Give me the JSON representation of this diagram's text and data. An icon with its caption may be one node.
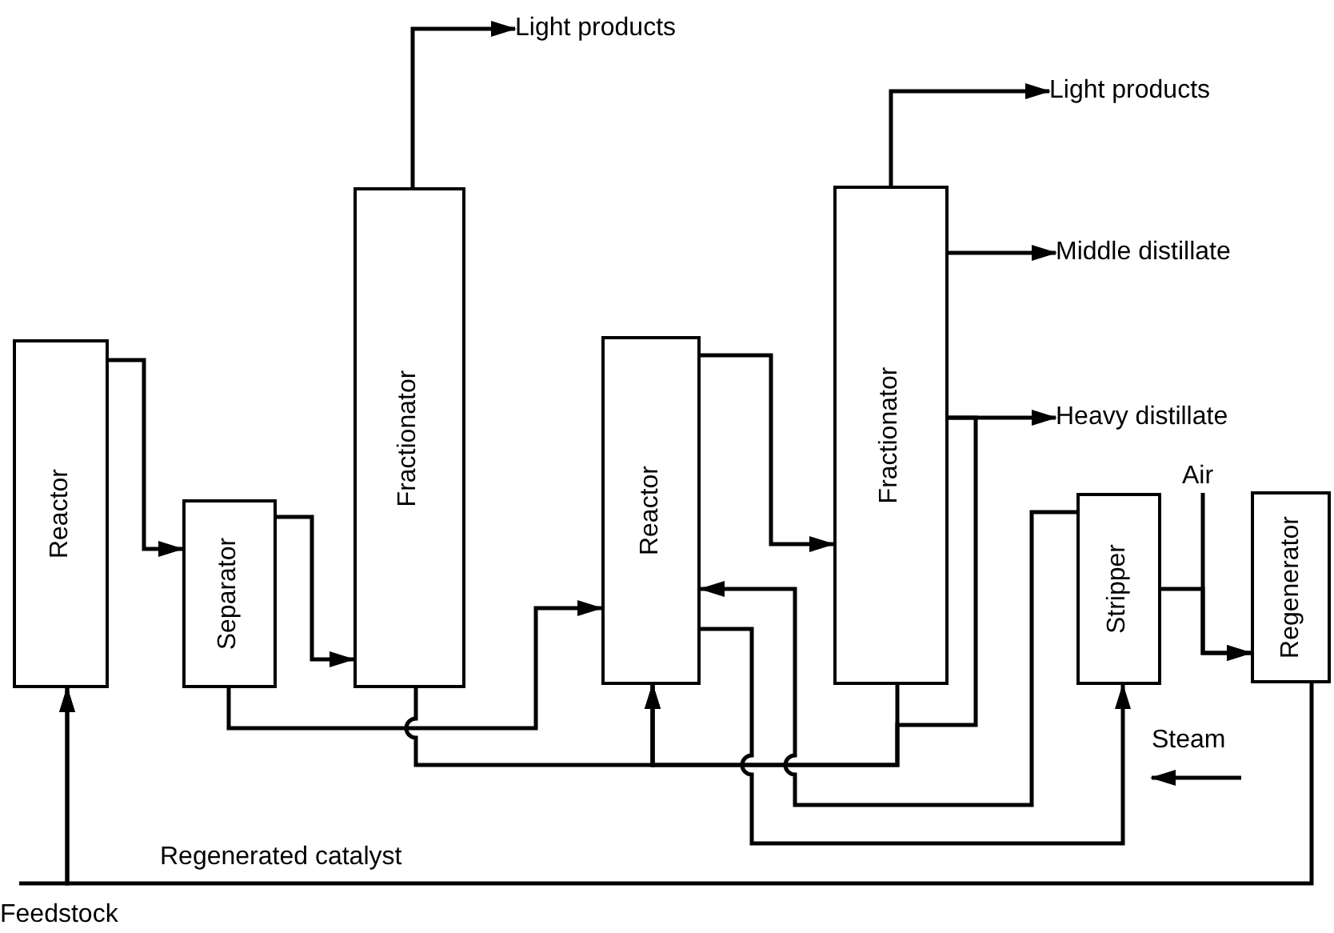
{
  "diagram": {
    "nodes": [
      {
        "text": [
          "Reactor"
        ]
      },
      {
        "text": [
          "Separator"
        ]
      },
      {
        "text": [
          "Fractionator"
        ]
      },
      {
        "text": [
          "Reactor"
        ]
      },
      {
        "text": [
          "Fractionator"
        ]
      },
      {
        "text": [
          "Stripper"
        ]
      },
      {
        "text": [
          "Regenerator"
        ]
      },
      {
        "text": [
          "Light products"
        ]
      },
      {
        "text": [
          "Light products"
        ]
      },
      {
        "text": [
          "Middle distillate"
        ]
      },
      {
        "text": [
          "Heavy distillate"
        ]
      },
      {
        "text": [
          "Air"
        ]
      },
      {
        "text": [
          "Feedstock"
        ]
      }
    ],
    "edges": [
      {
        "from": 0,
        "to": 1,
        "arrow": "to"
      },
      {
        "from": 1,
        "to": 2,
        "arrow": "to"
      },
      {
        "from": 2,
        "to": 7,
        "arrow": "to"
      },
      {
        "from": 1,
        "to": 3,
        "arrow": "to"
      },
      {
        "from": 2,
        "to": 3,
        "arrow": "to"
      },
      {
        "from": 4,
        "to": 3,
        "arrow": "to"
      },
      {
        "from": 4,
        "to": 3,
        "arrow": "to"
      },
      {
        "from": 3,
        "to": 4,
        "arrow": "to"
      },
      {
        "from": 4,
        "to": 8,
        "arrow": "to"
      },
      {
        "from": 4,
        "to": 9,
        "arrow": "to"
      },
      {
        "from": 4,
        "to": 10,
        "arrow": "to"
      },
      {
        "from": 5,
        "to": 3,
        "arrow": "to"
      },
      {
        "from": 3,
        "to": 5,
        "arrow": "to"
      },
      {
        "from": 5,
        "to": 6,
        "arrow": "to"
      },
      {
        "from": 11,
        "to": 6,
        "arrow": "to"
      },
      {
        "from": 6,
        "to": 0,
        "arrow": "to",
        "label": "Regenerated catalyst"
      },
      {
        "from": 12,
        "to": 0,
        "arrow": "to"
      }
    ],
    "labels": [
      "Steam"
    ]
  }
}
